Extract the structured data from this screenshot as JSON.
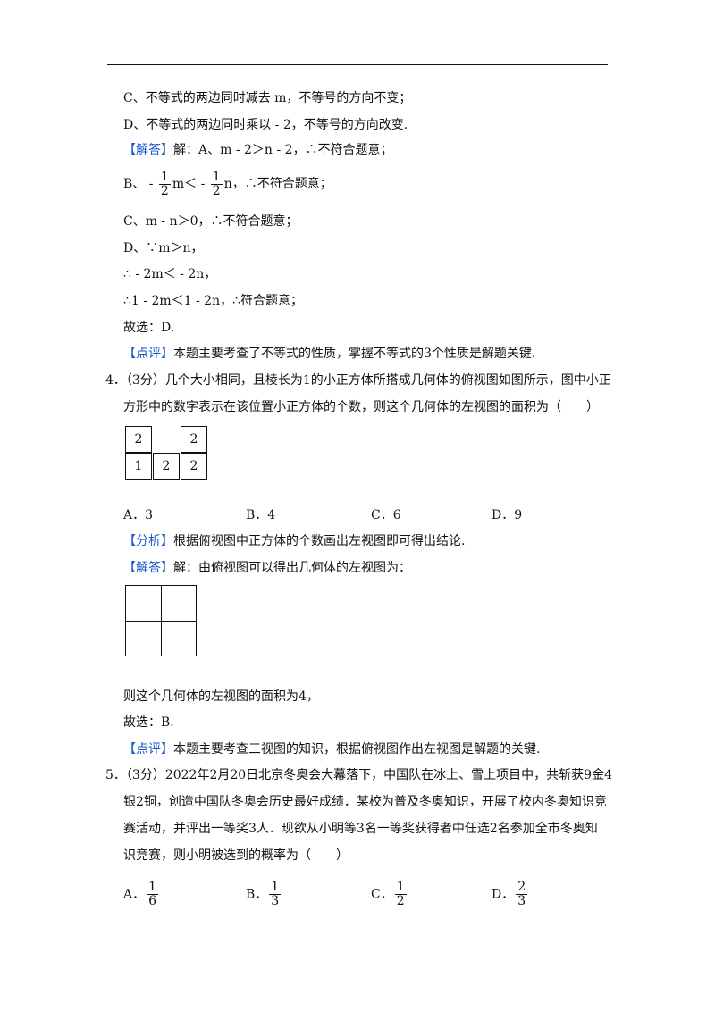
{
  "q3": {
    "optC": "C、不等式的两边同时减去 m，不等号的方向不变；",
    "optD": "D、不等式的两边同时乘以 - 2，不等号的方向改变.",
    "answer_tag": "【解答】",
    "answer_A": "解：A、m - 2＞n - 2，∴不符合题意；",
    "answer_B_prefix": "B、 -",
    "answer_B_frac1_num": "1",
    "answer_B_frac1_den": "2",
    "answer_B_mid": "m＜ -",
    "answer_B_frac2_num": "1",
    "answer_B_frac2_den": "2",
    "answer_B_suffix": "n，∴不符合题意；",
    "answer_C": "C、m - n＞0，∴不符合题意；",
    "answer_D1": "D、∵m＞n，",
    "answer_D2": "∴ - 2m＜ - 2n，",
    "answer_D3": "∴1 - 2m＜1 - 2n，∴符合题意；",
    "choice": "故选：D.",
    "review_tag": "【点评】",
    "review": "本题主要考查了不等式的性质，掌握不等式的3个性质是解题关键."
  },
  "q4": {
    "stem1": "4．（3分）几个大小相同，且棱长为1的小正方体所搭成几何体的俯视图如图所示，图中小正",
    "stem2": "方形中的数字表示在该位置小正方体的个数，则这个几何体的左视图的面积为（　　）",
    "grid": {
      "r1c1": "2",
      "r1c3": "2",
      "r2c1": "1",
      "r2c2": "2",
      "r2c3": "2"
    },
    "options": {
      "A": "A．3",
      "B": "B．4",
      "C": "C．6",
      "D": "D．9"
    },
    "analysis_tag": "【分析】",
    "analysis": "根据俯视图中正方体的个数画出左视图即可得出结论.",
    "answer_tag": "【解答】",
    "answer": "解：由俯视图可以得出几何体的左视图为：",
    "area": "则这个几何体的左视图的面积为4，",
    "choice": "故选：B.",
    "review_tag": "【点评】",
    "review": "本题主要考查三视图的知识，根据俯视图作出左视图是解题的关键."
  },
  "q5": {
    "stem1": "5．（3分）2022年2月20日北京冬奥会大幕落下，中国队在冰上、雪上项目中，共斩获9金4",
    "stem2": "银2铜，创造中国队冬奥会历史最好成绩．某校为普及冬奥知识，开展了校内冬奥知识竞",
    "stem3": "赛活动，并评出一等奖3人．现欲从小明等3名一等奖获得者中任选2名参加全市冬奥知",
    "stem4": "识竞赛，则小明被选到的概率为（　　）",
    "options": [
      {
        "label": "A．",
        "num": "1",
        "den": "6"
      },
      {
        "label": "B．",
        "num": "1",
        "den": "3"
      },
      {
        "label": "C．",
        "num": "1",
        "den": "2"
      },
      {
        "label": "D．",
        "num": "2",
        "den": "3"
      }
    ]
  }
}
